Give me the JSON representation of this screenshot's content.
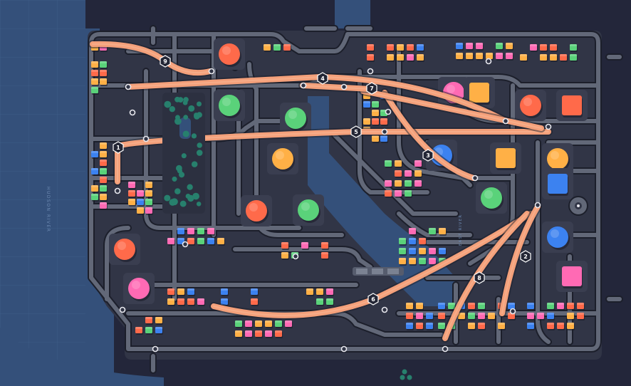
{
  "game": {
    "title": "",
    "colors": {
      "background": "#23263a",
      "water": "#34507a",
      "land": "#313546",
      "road": "#626878",
      "road_edge": "#1c1f2b",
      "motorway": "#f4a07a",
      "motorway_glow": "#f7b594",
      "marker_bg": "#232635",
      "marker_text": "#ffffff"
    },
    "river_labels": [
      {
        "id": "hudson",
        "text": "HUDSON RIVER"
      },
      {
        "id": "east",
        "text": "EAST RIVER"
      }
    ],
    "motorways": [
      {
        "id": "1",
        "label": "1"
      },
      {
        "id": "2",
        "label": "2"
      },
      {
        "id": "3",
        "label": "3"
      },
      {
        "id": "4",
        "label": "4"
      },
      {
        "id": "5",
        "label": "5"
      },
      {
        "id": "6",
        "label": "6"
      },
      {
        "id": "7",
        "label": "7"
      },
      {
        "id": "8",
        "label": "8"
      },
      {
        "id": "9",
        "label": "9"
      }
    ],
    "destinations": [
      {
        "color": "#ff6a4a",
        "shape": "circle"
      },
      {
        "color": "#5ad27a",
        "shape": "circle"
      },
      {
        "color": "#ffb046",
        "shape": "circle"
      },
      {
        "color": "#ff6ab4",
        "shape": "circle"
      },
      {
        "color": "#3c82f0",
        "shape": "circle"
      },
      {
        "color": "#ff6a4a",
        "shape": "square"
      },
      {
        "color": "#ffb046",
        "shape": "square"
      },
      {
        "color": "#3c82f0",
        "shape": "square"
      },
      {
        "color": "#ff6ab4",
        "shape": "square"
      }
    ],
    "house_colors": [
      "#ff6a4a",
      "#5ad27a",
      "#ffb046",
      "#ff6ab4",
      "#3c82f0"
    ]
  }
}
